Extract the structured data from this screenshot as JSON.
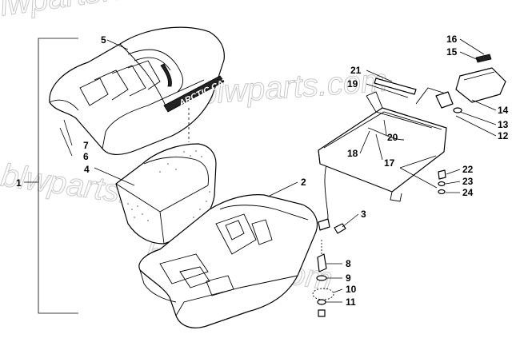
{
  "watermarks": [
    "blwparts.com",
    "blwparts.com",
    "blwparts.com",
    "blwparts.com"
  ],
  "brand_logo": "ARCTIC CAT",
  "callouts": {
    "c1": "1",
    "c2": "2",
    "c3": "3",
    "c4": "4",
    "c5": "5",
    "c6": "6",
    "c7": "7",
    "c8": "8",
    "c9": "9",
    "c10": "10",
    "c11": "11",
    "c12": "12",
    "c13": "13",
    "c14": "14",
    "c15": "15",
    "c16": "16",
    "c17": "17",
    "c18": "18",
    "c19": "19",
    "c20": "20",
    "c21": "21",
    "c22": "22",
    "c23": "23",
    "c24": "24"
  }
}
